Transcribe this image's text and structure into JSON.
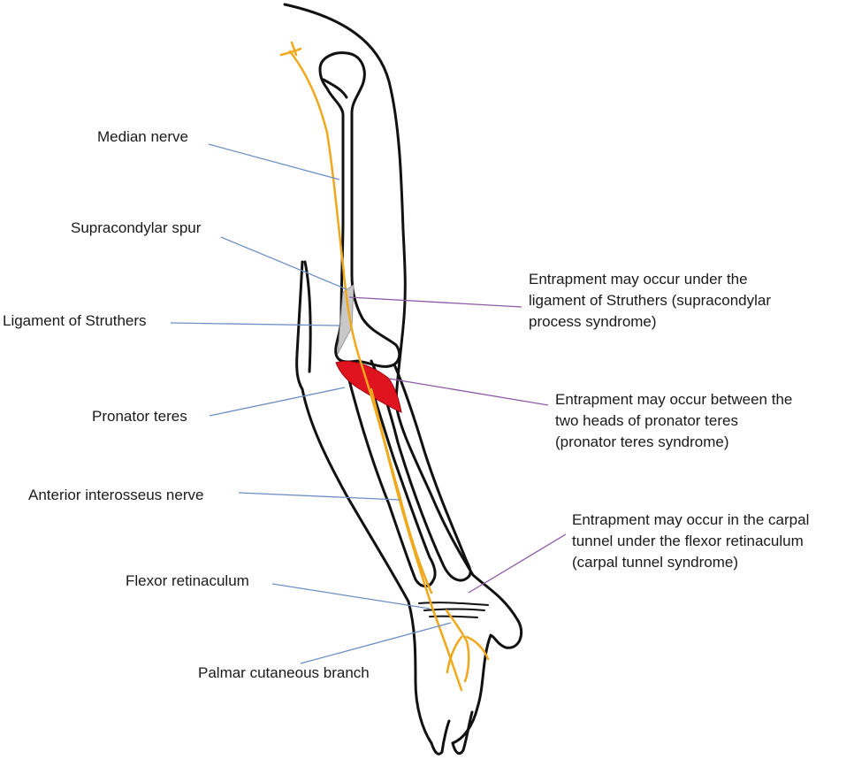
{
  "labels": {
    "median_nerve": "Median nerve",
    "supracondylar_spur": "Supracondylar spur",
    "ligament_of_struthers": "Ligament of Struthers",
    "pronator_teres": "Pronator teres",
    "anterior_interosseus_nerve": "Anterior interosseus nerve",
    "flexor_retinaculum": "Flexor retinaculum",
    "palmar_cutaneous_branch": "Palmar cutaneous branch"
  },
  "notes": {
    "struthers": [
      "Entrapment may occur under the",
      "ligament of Struthers (supracondylar",
      "process syndrome)"
    ],
    "pronator": [
      "Entrapment may occur between the",
      "two heads of pronator teres",
      "(pronator teres syndrome)"
    ],
    "carpal": [
      "Entrapment may occur in the carpal",
      "tunnel under the flexor retinaculum",
      "(carpal tunnel syndrome)"
    ]
  },
  "colors": {
    "outline": "#111111",
    "nerve": "#f0a81c",
    "muscle": "#e0141e",
    "ligament": "#c8c8c8",
    "label_leader": "#6d8fc4",
    "note_leader": "#8e5aa8"
  }
}
